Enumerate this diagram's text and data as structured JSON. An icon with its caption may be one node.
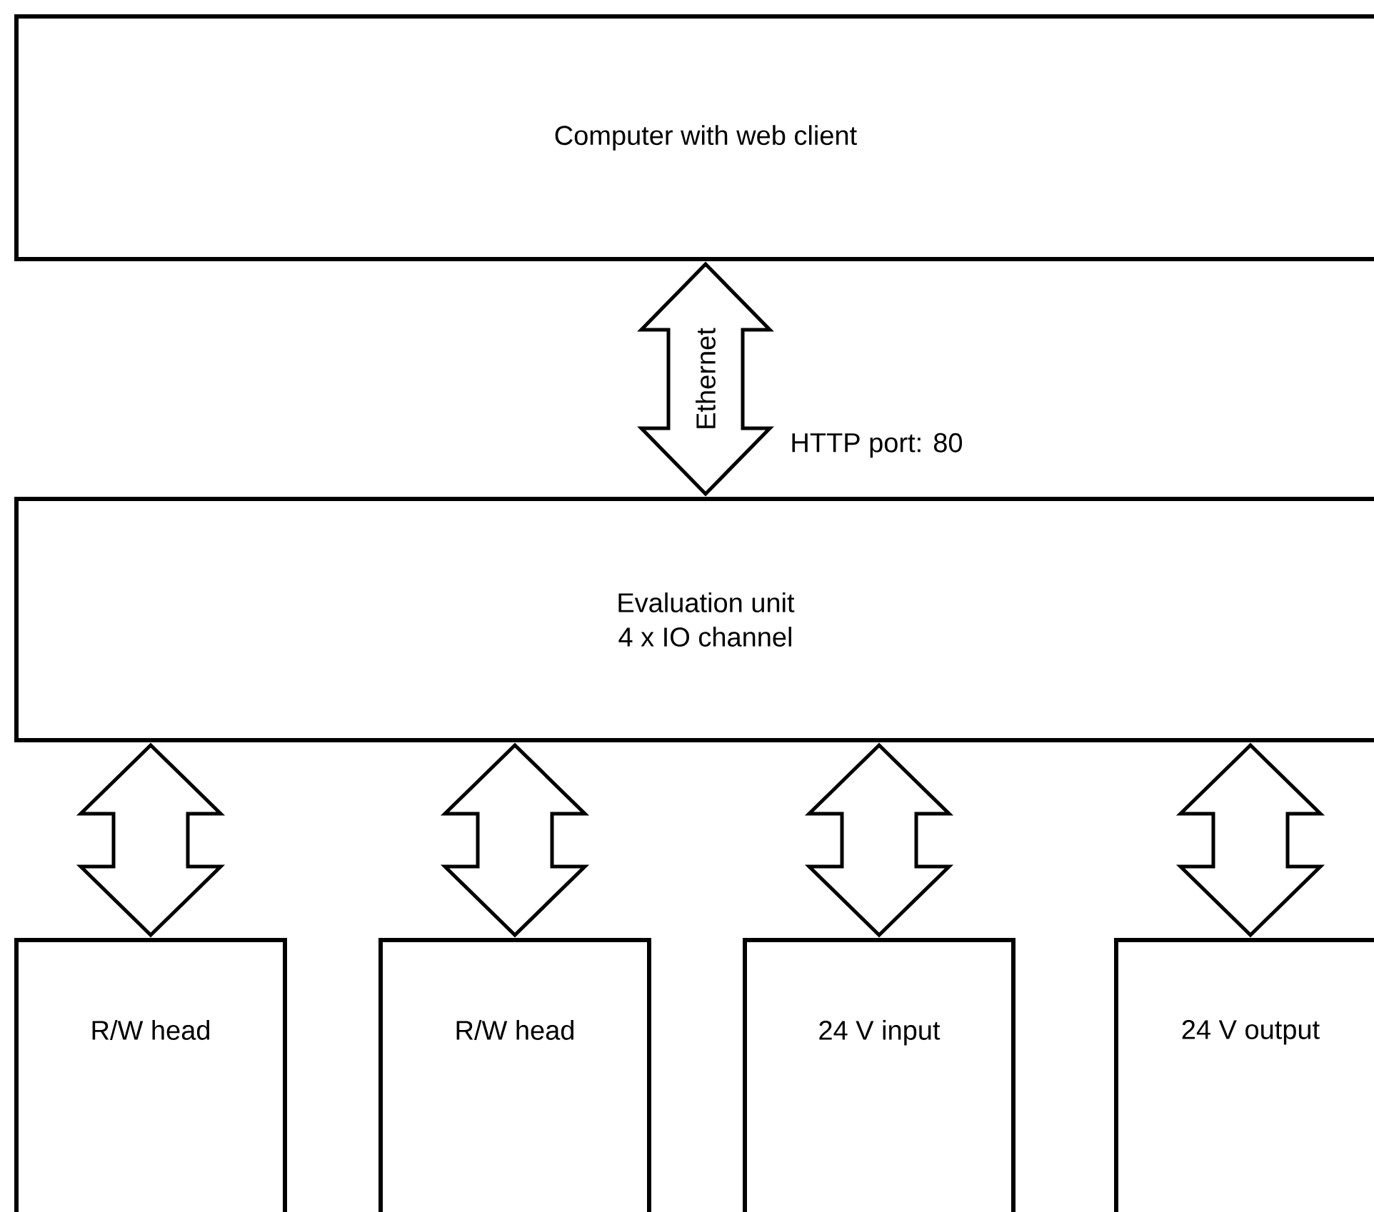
{
  "diagram": {
    "nodes": [
      {
        "text": [
          "Computer with web client"
        ]
      },
      {
        "text": [
          "Evaluation unit",
          "4 x IO channel"
        ]
      },
      {
        "text": [
          "R/W head"
        ]
      },
      {
        "text": [
          "R/W head"
        ]
      },
      {
        "text": [
          "24 V input"
        ]
      },
      {
        "text": [
          "24 V output"
        ]
      }
    ],
    "edges": [
      {
        "from": 0,
        "to": 1,
        "arrow": "both",
        "label": "Ethernet"
      },
      {
        "from": 1,
        "to": 2,
        "arrow": "both"
      },
      {
        "from": 1,
        "to": 3,
        "arrow": "both"
      },
      {
        "from": 1,
        "to": 4,
        "arrow": "both"
      },
      {
        "from": 1,
        "to": 5,
        "arrow": "both"
      }
    ],
    "labels": [
      "HTTP port: 80"
    ]
  }
}
